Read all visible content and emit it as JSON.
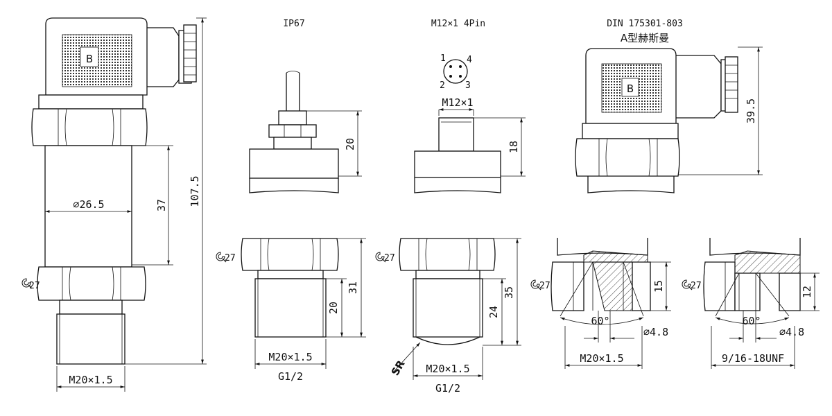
{
  "views": {
    "ip67": {
      "title": "IP67",
      "dim_height": "20"
    },
    "m12": {
      "title": "M12×1 4Pin",
      "thread": "M12×1",
      "dim_height": "18",
      "pins": [
        "1",
        "2",
        "3",
        "4"
      ]
    },
    "din": {
      "title": "DIN 175301-803",
      "subtitle": "A型赫斯曼",
      "dim_height": "39.5",
      "logo": "B"
    }
  },
  "main": {
    "logo": "B",
    "diameter": "⌀26.5",
    "dim_body": "37",
    "dim_total": "107.5",
    "thread": "M20×1.5",
    "wrench": "27"
  },
  "fittings": {
    "g12": {
      "wrench": "27",
      "dim_thread": "20",
      "dim_total": "31",
      "thread": "M20×1.5",
      "pipe": "G1/2"
    },
    "sr": {
      "wrench": "27",
      "dim_thread": "24",
      "dim_total": "35",
      "sr": "SR",
      "thread": "M20×1.5",
      "pipe": "G1/2"
    },
    "m20_internal": {
      "wrench": "27",
      "angle": "60°",
      "bore": "⌀4.8",
      "depth": "15",
      "thread": "M20×1.5"
    },
    "unf_internal": {
      "wrench": "27",
      "angle": "60°",
      "bore": "⌀4.8",
      "depth": "12",
      "thread": "9/16-18UNF"
    }
  },
  "colors": {
    "line": "#111111",
    "background": "#ffffff"
  }
}
